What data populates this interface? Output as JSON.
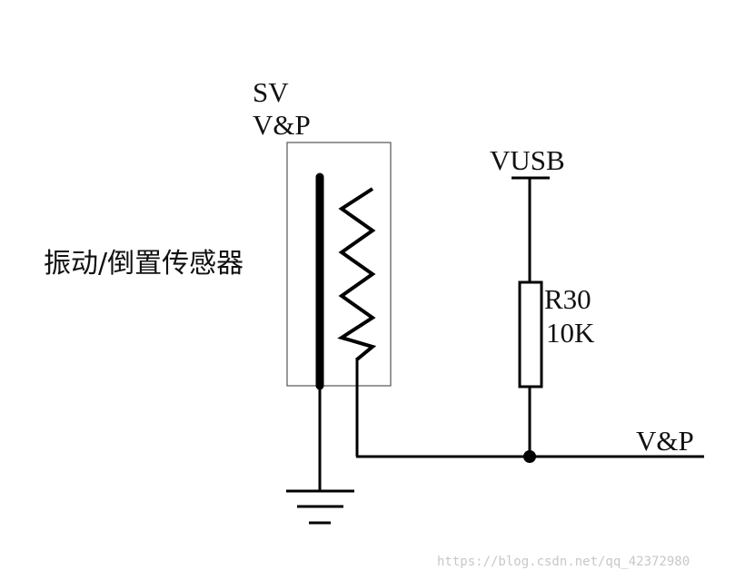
{
  "sensor": {
    "ref": "SV",
    "net": "V&P",
    "description": "振动/倒置传感器"
  },
  "supply": {
    "label": "VUSB"
  },
  "resistor": {
    "ref": "R30",
    "value": "10K"
  },
  "output": {
    "net": "V&P"
  },
  "watermark": "https://blog.csdn.net/qq_42372980",
  "colors": {
    "line": "#000000",
    "box": "#555555",
    "watermark": "#c8c8c8"
  }
}
